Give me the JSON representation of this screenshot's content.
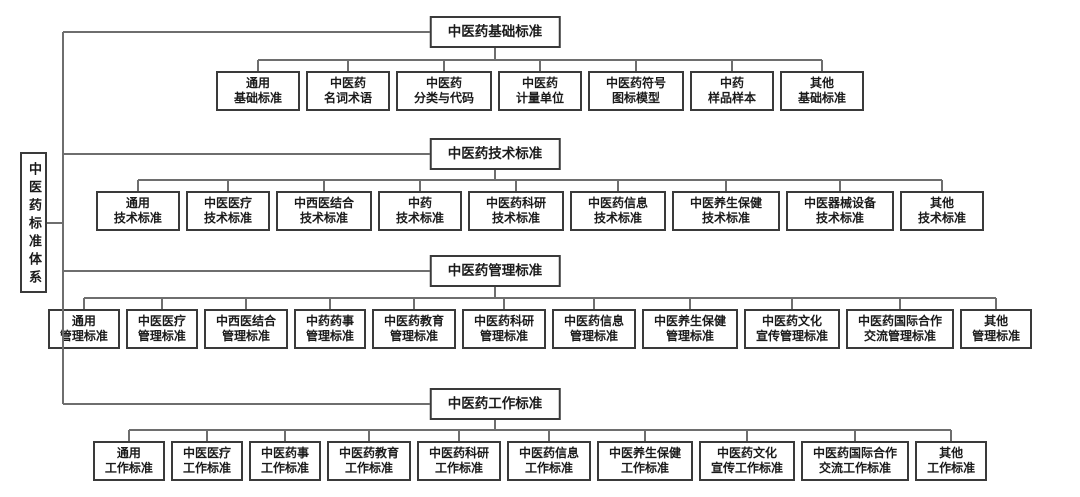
{
  "root": {
    "label": "中医药标准体系"
  },
  "branches": [
    {
      "label": "中医药基础标准",
      "children": [
        [
          "通用",
          "基础标准"
        ],
        [
          "中医药",
          "名词术语"
        ],
        [
          "中医药",
          "分类与代码"
        ],
        [
          "中医药",
          "计量单位"
        ],
        [
          "中医药符号",
          "图标模型"
        ],
        [
          "中药",
          "样品样本"
        ],
        [
          "其他",
          "基础标准"
        ]
      ]
    },
    {
      "label": "中医药技术标准",
      "children": [
        [
          "通用",
          "技术标准"
        ],
        [
          "中医医疗",
          "技术标准"
        ],
        [
          "中西医结合",
          "技术标准"
        ],
        [
          "中药",
          "技术标准"
        ],
        [
          "中医药科研",
          "技术标准"
        ],
        [
          "中医药信息",
          "技术标准"
        ],
        [
          "中医养生保健",
          "技术标准"
        ],
        [
          "中医器械设备",
          "技术标准"
        ],
        [
          "其他",
          "技术标准"
        ]
      ]
    },
    {
      "label": "中医药管理标准",
      "children": [
        [
          "通用",
          "管理标准"
        ],
        [
          "中医医疗",
          "管理标准"
        ],
        [
          "中西医结合",
          "管理标准"
        ],
        [
          "中药药事",
          "管理标准"
        ],
        [
          "中医药教育",
          "管理标准"
        ],
        [
          "中医药科研",
          "管理标准"
        ],
        [
          "中医药信息",
          "管理标准"
        ],
        [
          "中医养生保健",
          "管理标准"
        ],
        [
          "中医药文化",
          "宣传管理标准"
        ],
        [
          "中医药国际合作",
          "交流管理标准"
        ],
        [
          "其他",
          "管理标准"
        ]
      ]
    },
    {
      "label": "中医药工作标准",
      "children": [
        [
          "通用",
          "工作标准"
        ],
        [
          "中医医疗",
          "工作标准"
        ],
        [
          "中医药事",
          "工作标准"
        ],
        [
          "中医药教育",
          "工作标准"
        ],
        [
          "中医药科研",
          "工作标准"
        ],
        [
          "中医药信息",
          "工作标准"
        ],
        [
          "中医养生保健",
          "工作标准"
        ],
        [
          "中医药文化",
          "宣传工作标准"
        ],
        [
          "中医药国际合作",
          "交流工作标准"
        ],
        [
          "其他",
          "工作标准"
        ]
      ]
    }
  ],
  "colors": {
    "background": "#ffffff",
    "box_border": "#3a3a3a",
    "connector_line": "#6e6e6e",
    "text": "#1a1a1a"
  }
}
